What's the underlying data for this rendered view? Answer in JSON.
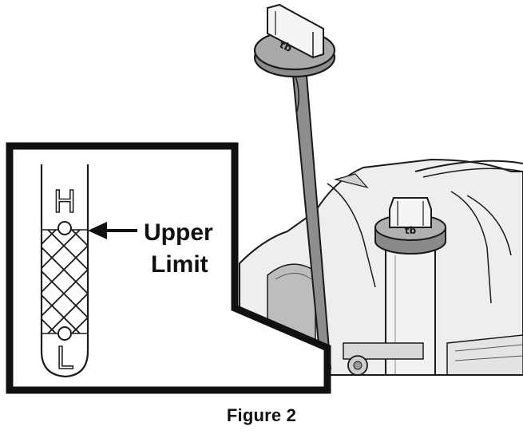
{
  "figure": {
    "caption": "Figure 2",
    "callout": {
      "label_line1": "Upper",
      "label_line2": "Limit"
    },
    "dipstick_marks": {
      "high": "H",
      "low": "L"
    },
    "cap_logo": "tb"
  },
  "colors": {
    "line": "#1a1a1a",
    "cap_fill": "#8c8c8c",
    "engine_fill": "#e6e6e6",
    "background": "#ffffff"
  }
}
